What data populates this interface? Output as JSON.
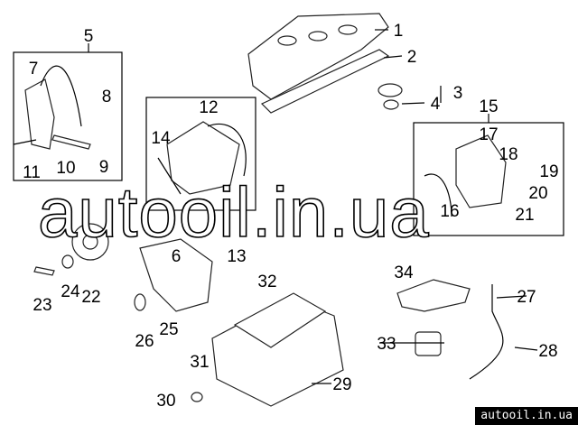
{
  "diagram": {
    "watermark": "autooil.in.ua",
    "footer_url": "autooil.in.ua",
    "callouts": [
      "1",
      "2",
      "3",
      "4",
      "5",
      "6",
      "7",
      "8",
      "9",
      "10",
      "11",
      "12",
      "13",
      "14",
      "15",
      "16",
      "17",
      "18",
      "19",
      "20",
      "21",
      "22",
      "23",
      "24",
      "25",
      "26",
      "27",
      "28",
      "29",
      "30",
      "31",
      "32",
      "33",
      "34"
    ]
  }
}
